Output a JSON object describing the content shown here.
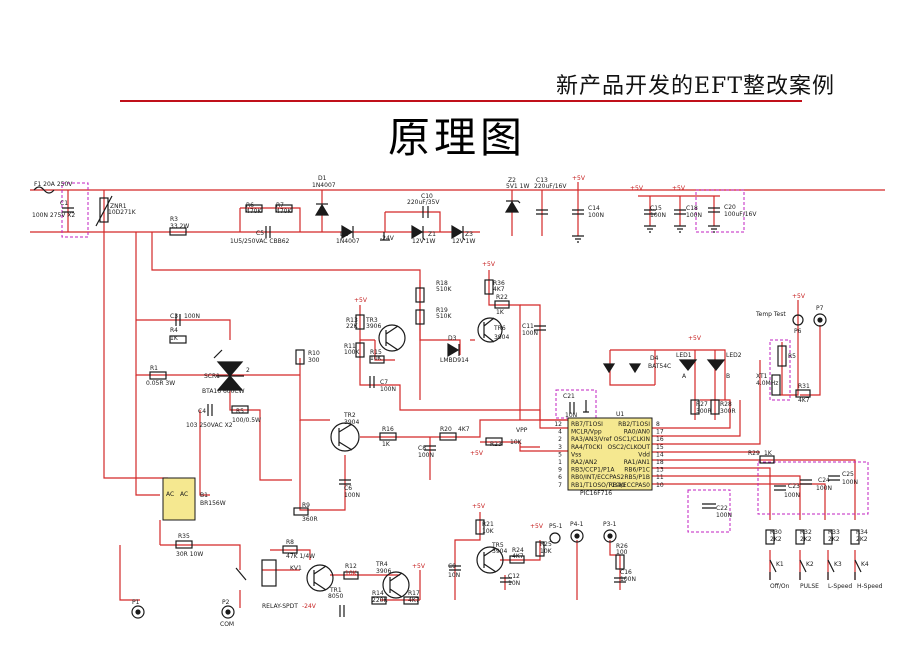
{
  "header": {
    "subtitle": "新产品开发的EFT整改案例",
    "title": "原理图"
  },
  "labels": {
    "F1": "F1 20A 250V",
    "C1": "C1",
    "C1v": "100N 275V X2",
    "ZNR1": "ZNR1",
    "ZNR1v": "10D271K",
    "R3": "R3",
    "R3v": "33 2W",
    "R6": "R6",
    "R6v": "470K",
    "R7": "R7",
    "R7v": "470K",
    "C5": "C5",
    "C5v": "1U5/250VAC CBB62",
    "D1": "D1",
    "D1v": "1N4007",
    "D2": "D2",
    "D2v": "1N4007",
    "C10": "C10",
    "C10v": "220uF/35V",
    "m24": "-24V",
    "Z1": "Z1",
    "Z1v": "12V 1W",
    "Z3": "Z3",
    "Z3v": "12V 1W",
    "Z2": "Z2",
    "Z2v": "5V1 1W",
    "C13": "C13",
    "C13v": "220uF/16V",
    "C14": "C14",
    "C14v": "100N",
    "p5v": "+5V",
    "C15": "C15",
    "C15v": "100N",
    "C18": "C18",
    "C18v": "100N",
    "C20": "C20",
    "C20v": "100uF/16V",
    "R18": "R18",
    "R18v": "510K",
    "R19": "R19",
    "R19v": "510K",
    "R36": "R36",
    "R36v": "4K7",
    "R22": "R22",
    "R22v": "1K",
    "TR6": "TR6",
    "TR6v": "3904",
    "C11": "C11",
    "C11v": "100N",
    "D3": "D3",
    "D3v": "LMBD914",
    "TR3": "TR3",
    "TR3v": "3906",
    "R13": "R13",
    "R13v": "22K",
    "R11": "R11",
    "R11v": "100K",
    "R15": "R15",
    "R15v": "10K",
    "C7": "C7",
    "C7v": "100N",
    "C3": "C3",
    "C3v": "100N",
    "R4": "R4",
    "R4v": "1K",
    "R1": "R1",
    "R1v": "0.05R 3W",
    "SCR1": "SCR1",
    "SCR1v": "BTA16 600CW",
    "n2": "2",
    "C4": "C4",
    "C4v": "103 250VAC X2",
    "R5": "R5",
    "R5v": "100/0.5W",
    "R10": "R10",
    "R10v": "300",
    "TR2": "TR2",
    "TR2v": "3904",
    "R16": "R16",
    "R16v": "1K",
    "R20": "R20",
    "R20v": "4K7",
    "C8": "C8",
    "C8v": "100N",
    "R23": "R23",
    "R23v": "10K",
    "C6": "C6",
    "C6v": "100N",
    "R9": "R9",
    "R9v": "360R",
    "B1": "B1",
    "B1v": "BR156W",
    "AC": "AC",
    "VPP": "VPP",
    "C21": "C21",
    "C21v": "10N",
    "U1": "U1",
    "chipName": "PIC16F716",
    "pinsL": [
      "RB7/T1OSI",
      "MCLR/Vpp",
      "RA3/AN3/Vref",
      "RA4/T0CKI",
      "Vss",
      "RA2/AN2",
      "RB3/CCP1/P1A",
      "RB0/INT/ECCPAS2",
      "RB1/T1OSO/T1CKI"
    ],
    "pinsR": [
      "RB2/T1OSI",
      "RA0/AN0",
      "OSC1/CLKIN",
      "OSC2/CLKOUT",
      "Vdd",
      "RA1/AN1",
      "RB6/P1C",
      "RB5/P1B",
      "RB4/ECCPAS0"
    ],
    "pinNumL": [
      "12",
      "4",
      "2",
      "3",
      "5",
      "1",
      "9",
      "6",
      "7"
    ],
    "pinNumR": [
      "8",
      "17",
      "16",
      "15",
      "14",
      "18",
      "13",
      "11",
      "10"
    ],
    "TempTest": "Temp Test",
    "P6": "P6",
    "P7": "P7",
    "D4": "D4",
    "D4v": "BAT54C",
    "LED1": "LED1",
    "LED2": "LED2",
    "R27": "R27",
    "R27v": "300R",
    "R28": "R28",
    "R28v": "300R",
    "A": "A",
    "B": "B",
    "XT1": "XT1",
    "XT1v": "4.0MHz",
    "R31": "R31",
    "R31v": "4K7",
    "R29": "R29",
    "R29v": "1K",
    "C23": "C23",
    "C23v": "100N",
    "C24": "C24",
    "C24v": "100N",
    "C25": "C25",
    "C25v": "100N",
    "C22": "C22",
    "C22v": "100N",
    "R21": "R21",
    "R21v": "10K",
    "TR5": "TR5",
    "TR5v": "3904",
    "C9": "C9",
    "C9v": "10N",
    "R24": "R24",
    "R24v": "4K7",
    "C12": "C12",
    "C12v": "10N",
    "R25": "R25",
    "R25v": "10K",
    "P51": "P5-1",
    "P41": "P4-1",
    "P31": "P3-1",
    "R26": "R26",
    "R26v": "100",
    "C16": "C16",
    "C16v": "100N",
    "R30": "R30",
    "R30v": "2K2",
    "R32": "R32",
    "R32v": "2K2",
    "R33": "R33",
    "R33v": "2K2",
    "R34": "R34",
    "R34v": "2K2",
    "K1": "K1",
    "K2": "K2",
    "K3": "K3",
    "K4": "K4",
    "OffOn": "Off/On",
    "PULSE": "PULSE",
    "LSpeed": "L-Speed",
    "HSpeed": "H-Speed",
    "R35": "R35",
    "R35v": "30R 10W",
    "R8": "R8",
    "R8v": "47K 1/4W",
    "KV1": "KV1",
    "TR1": "TR1",
    "TR1v": "8050",
    "R12": "R12",
    "R12v": "10K",
    "R14": "R14",
    "R14v": "220K",
    "TR4": "TR4",
    "TR4v": "3906",
    "R17": "R17",
    "R17v": "4K7",
    "RELAY": "RELAY-SPDT",
    "P1": "P1",
    "P2": "P2",
    "COM": "COM",
    "m24b": "-24V"
  }
}
